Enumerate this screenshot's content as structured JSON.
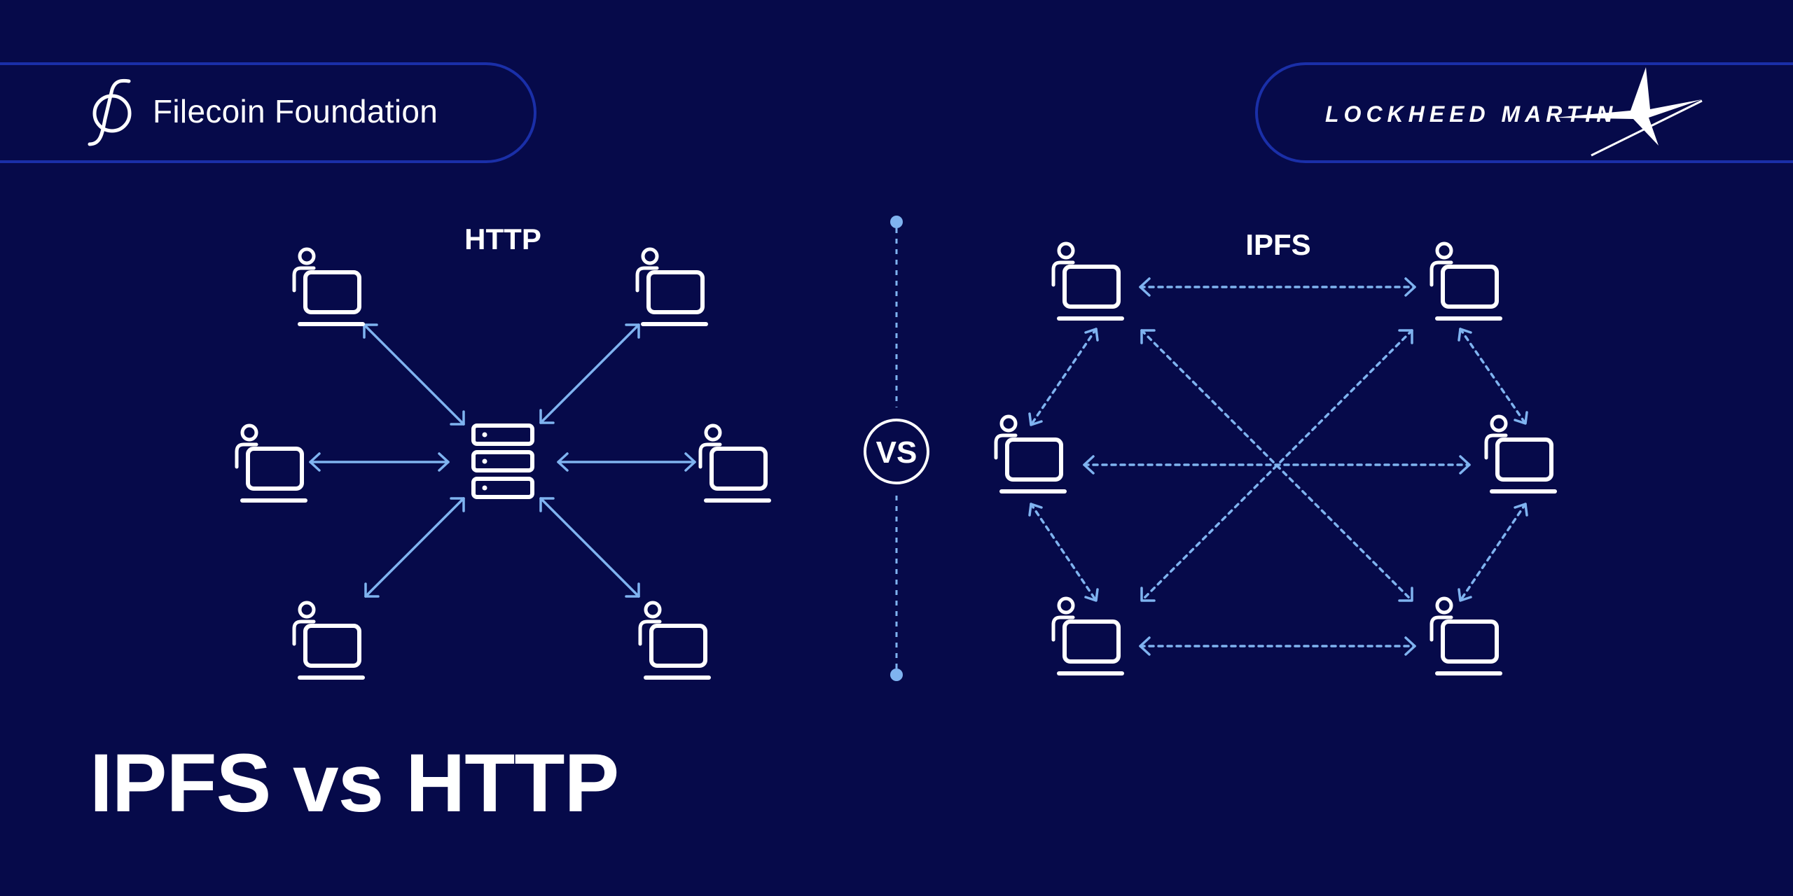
{
  "header": {
    "left_brand": {
      "name": "Filecoin Foundation",
      "icon": "filecoin-f-icon"
    },
    "right_brand": {
      "name": "LOCKHEED MARTIN",
      "icon": "lockheed-star-icon"
    }
  },
  "diagram": {
    "http_label": "HTTP",
    "ipfs_label": "IPFS",
    "vs_label": "VS",
    "node_icon": "user-laptop-icon",
    "server_icon": "server-stack-icon"
  },
  "title": "IPFS vs HTTP",
  "colors": {
    "background": "#060a4a",
    "pill_border": "#1a2fa8",
    "arrow": "#7fb3f0",
    "foreground": "#ffffff"
  }
}
